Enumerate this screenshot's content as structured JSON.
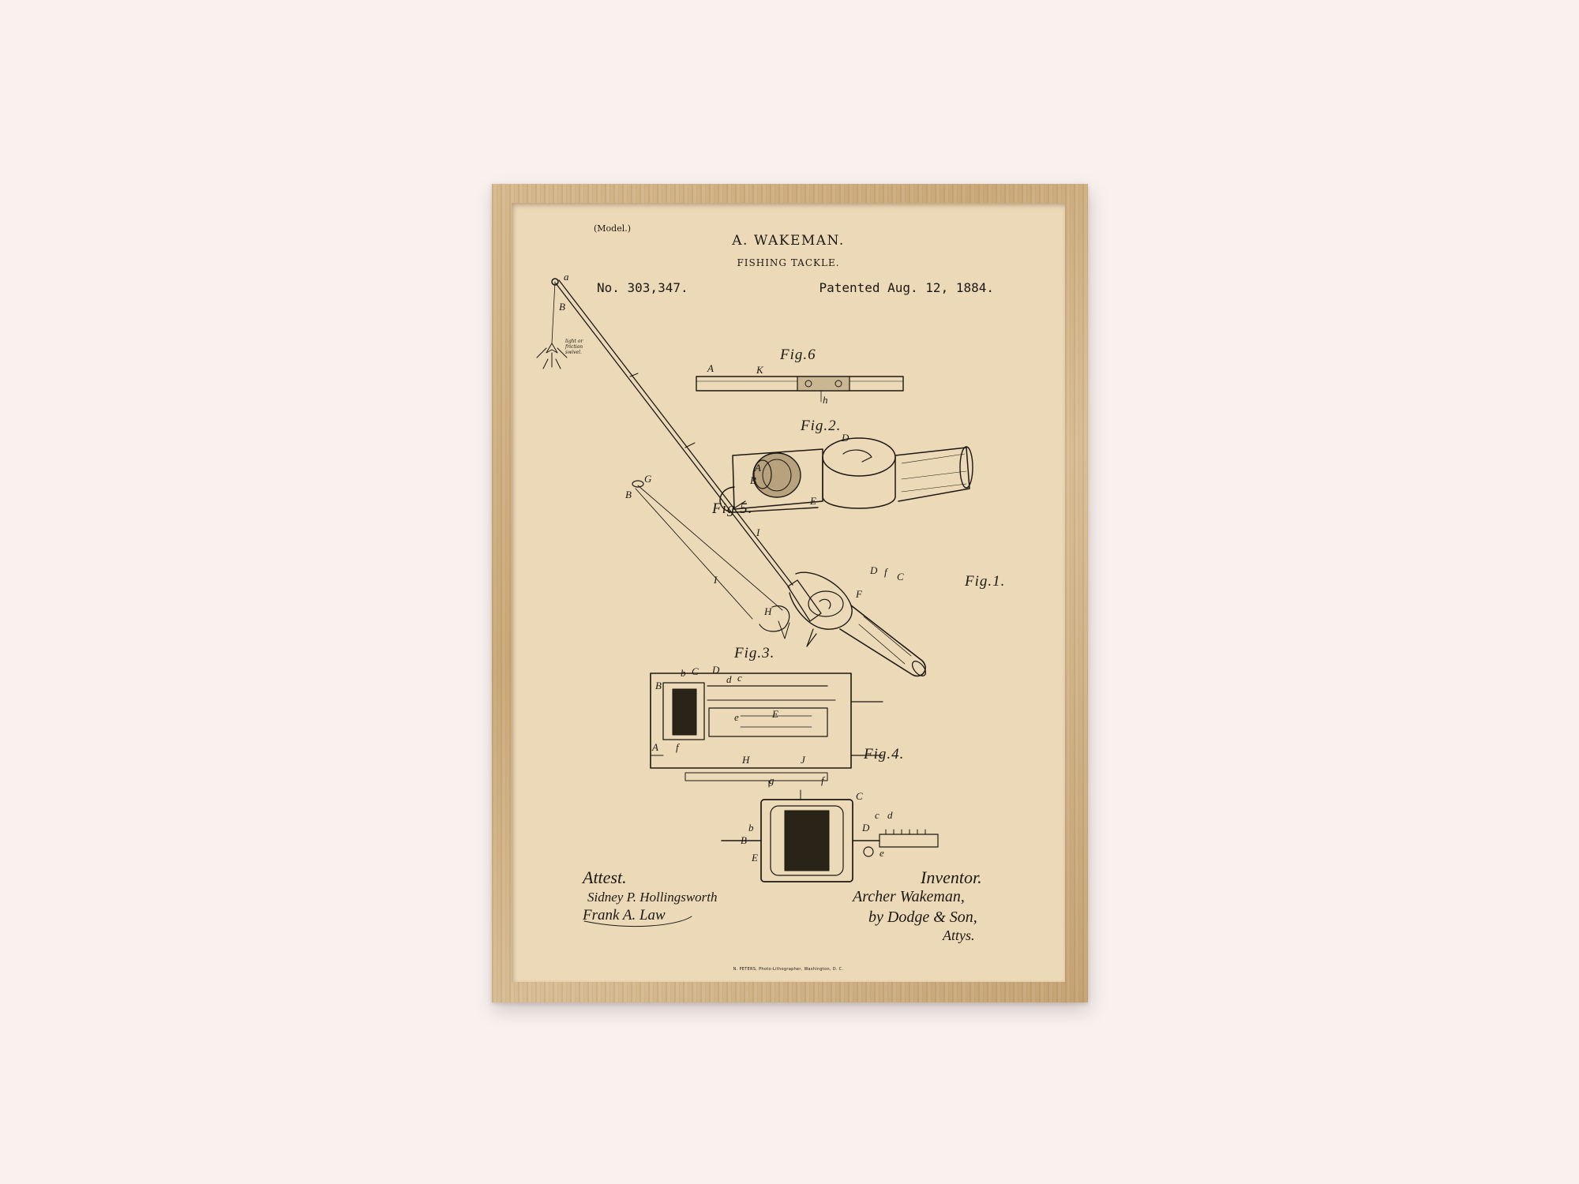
{
  "sheet": {
    "model": "(Model.)",
    "inventor_name": "A. WAKEMAN.",
    "title": "FISHING TACKLE.",
    "patent_number": "No. 303,347.",
    "patent_date": "Patented Aug. 12, 1884."
  },
  "figures": {
    "fig1": "Fig.1.",
    "fig2": "Fig.2.",
    "fig3": "Fig.3.",
    "fig4": "Fig.4.",
    "fig5": "Fig.5.",
    "fig6": "Fig.6"
  },
  "letters": {
    "a": "a",
    "B": "B",
    "A": "A",
    "K": "K",
    "h": "h",
    "D": "D",
    "C": "C",
    "E": "E",
    "G": "G",
    "I": "I",
    "H": "H",
    "F": "F",
    "f": "f",
    "c": "c",
    "d": "d",
    "e": "e",
    "J": "J",
    "b": "b",
    "g": "g"
  },
  "swivel_note": "light or friction swivel.",
  "signatures": {
    "attest_label": "Attest.",
    "inventor_label": "Inventor.",
    "witness_1": "Sidney P. Hollingsworth",
    "witness_2": "Frank A. Law",
    "inventor_sig": "Archer Wakeman,",
    "attorney_line": "by Dodge & Son,",
    "attorney_suffix": "Attys."
  },
  "printer_line": "N. PETERS, Photo-Lithographer, Washington, D. C.",
  "colors": {
    "background": "#f8f1ee",
    "frame_oak": "#d2b385",
    "paper": "#ecd9b7",
    "ink": "#1c1812"
  }
}
